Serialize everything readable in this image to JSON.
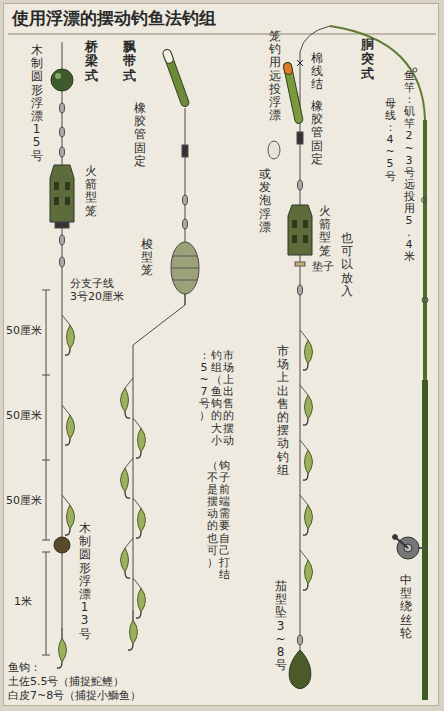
{
  "diagram": {
    "title": "使用浮漂的摆动钓鱼法钓组",
    "labels": [
      "桥梁式",
      "木制圆形浮漂15号",
      "火箭型笼",
      "分支子线",
      "3号20厘米",
      "50厘米",
      "50厘米",
      "50厘米",
      "木制圆形浮漂13号",
      "1米",
      "鱼钩：",
      "土佐5.5号（捕捉鮀鲣）",
      "白皮7~8号（捕捉小鰤鱼）",
      "飘带式",
      "橡胶管固定",
      "梭型笼",
      "市场上出售的摆动钓组（鱼钩的大小：5~7号）",
      "钩子前端需要自己打结（不是摆动的也可）",
      "胴突式",
      "笼钓用远投浮漂",
      "棉线结",
      "橡胶管固定",
      "或发泡浮漂",
      "火箭型笼",
      "垫子",
      "也可以放入",
      "市场上出售的摆动钓组",
      "茄型坠3~8号",
      "鱼竿：矶竿2~3号远投用5.4米",
      "母线：4~5号",
      "中型绕丝轮"
    ]
  }
}
